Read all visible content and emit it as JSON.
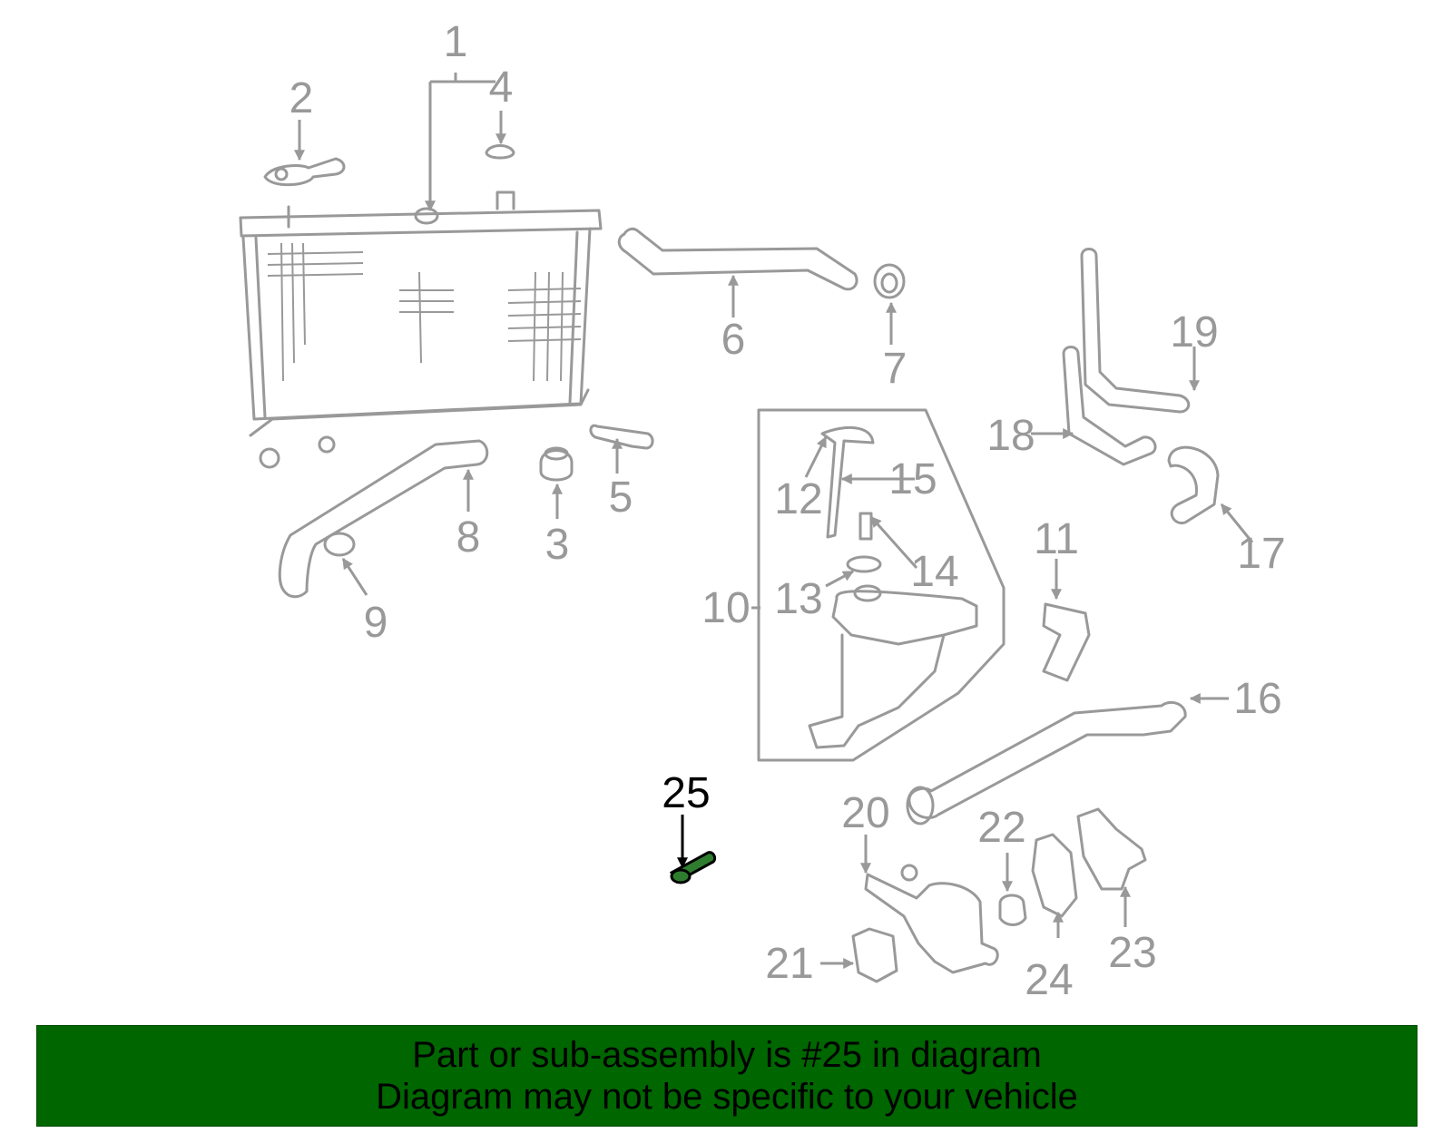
{
  "diagram": {
    "highlighted_part": "25",
    "highlight_color": "#006600",
    "part_color": "#999999",
    "callouts": [
      {
        "id": "1",
        "label": "1"
      },
      {
        "id": "2",
        "label": "2"
      },
      {
        "id": "3",
        "label": "3"
      },
      {
        "id": "4",
        "label": "4"
      },
      {
        "id": "5",
        "label": "5"
      },
      {
        "id": "6",
        "label": "6"
      },
      {
        "id": "7",
        "label": "7"
      },
      {
        "id": "8",
        "label": "8"
      },
      {
        "id": "9",
        "label": "9"
      },
      {
        "id": "10",
        "label": "10"
      },
      {
        "id": "11",
        "label": "11"
      },
      {
        "id": "12",
        "label": "12"
      },
      {
        "id": "13",
        "label": "13"
      },
      {
        "id": "14",
        "label": "14"
      },
      {
        "id": "15",
        "label": "15"
      },
      {
        "id": "16",
        "label": "16"
      },
      {
        "id": "17",
        "label": "17"
      },
      {
        "id": "18",
        "label": "18"
      },
      {
        "id": "19",
        "label": "19"
      },
      {
        "id": "20",
        "label": "20"
      },
      {
        "id": "21",
        "label": "21"
      },
      {
        "id": "22",
        "label": "22"
      },
      {
        "id": "23",
        "label": "23"
      },
      {
        "id": "24",
        "label": "24"
      },
      {
        "id": "25",
        "label": "25"
      }
    ]
  },
  "banner": {
    "line1": "Part or sub-assembly is #25 in diagram",
    "line2": "Diagram may not be specific to your vehicle",
    "background": "#006600"
  }
}
